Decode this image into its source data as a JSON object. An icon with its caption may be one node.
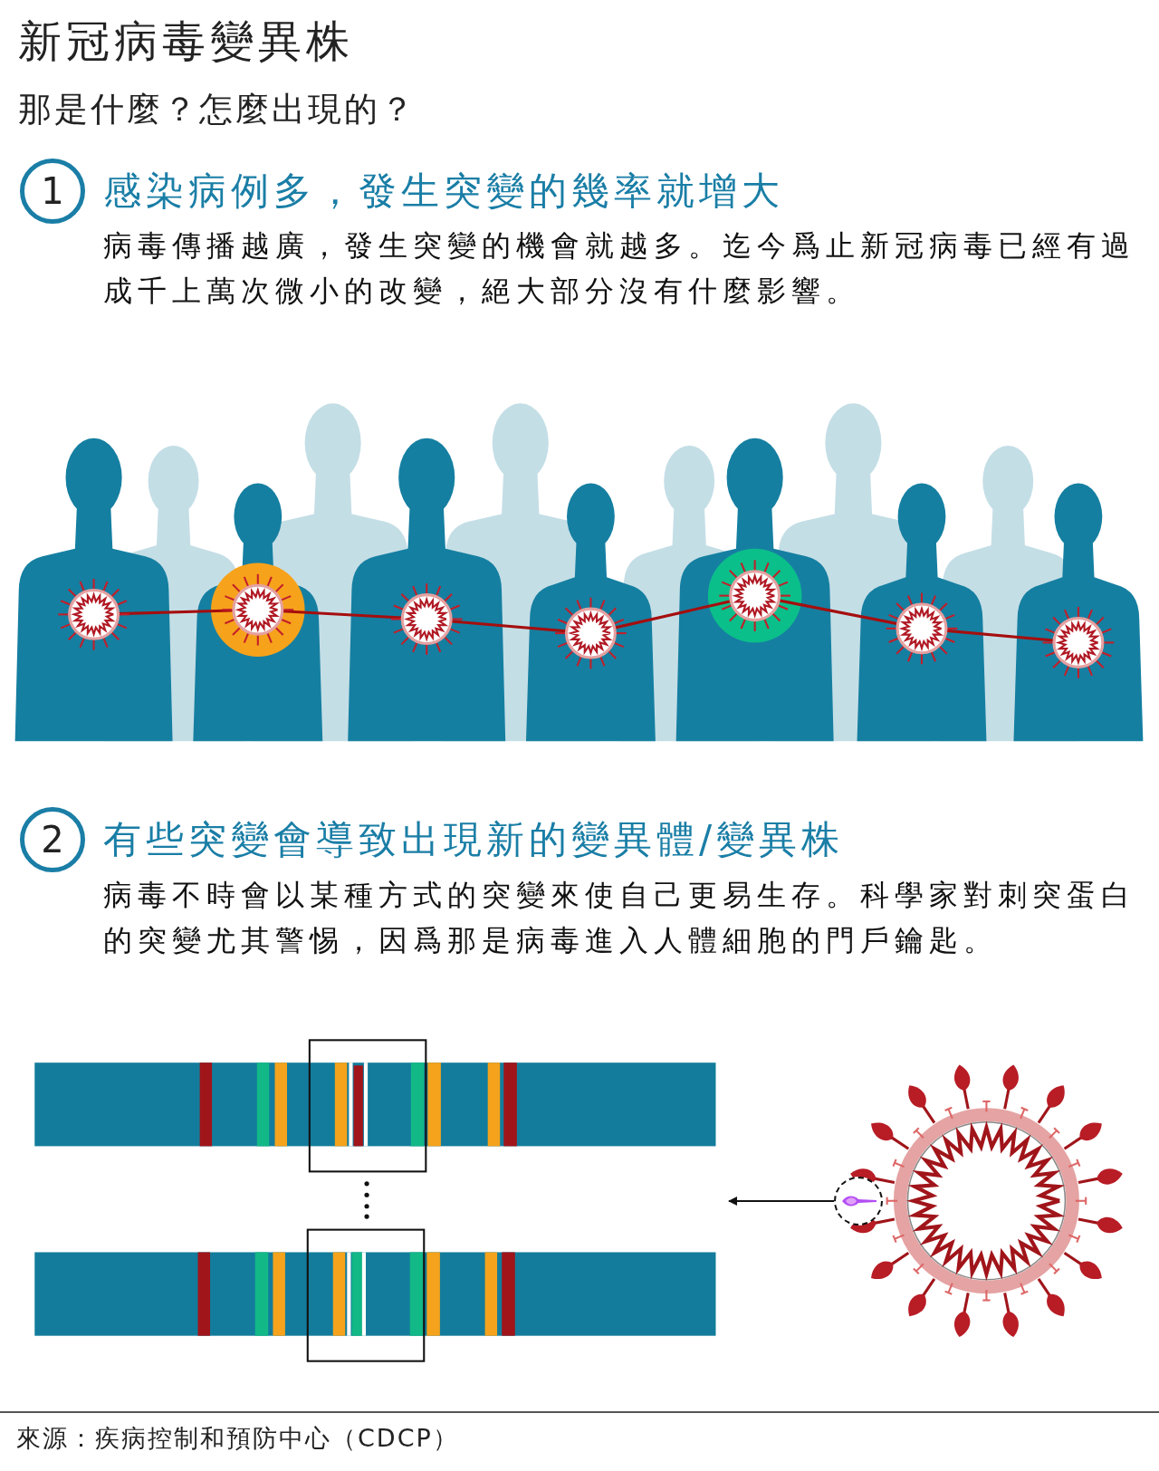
{
  "diagram": {
    "title": "新冠病毒變異株",
    "nodes": [
      {
        "text": [
          "1"
        ]
      },
      {
        "text": [
          "2"
        ]
      },
      {
        "text": [],
        "shape": "picture"
      },
      {
        "text": [],
        "shape": "circle"
      }
    ],
    "edges": [
      {
        "from": 3,
        "to": 2,
        "arrow": "to"
      }
    ],
    "labels": [
      "那是什麼？怎麼出現的？",
      "感染病例多，發生突變的幾率就增大",
      "病毒傳播越廣，發生突變的機會就越多。迄今爲止新冠病毒已經有過成千上萬次微小的改變，絕大部分沒有什麼影響。",
      "有些突變會導致出現新的變異體/變異株",
      "病毒不時會以某種方式的突變來使自己更易生存。科學家對刺突蛋白的突變尤其警惕，因爲那是病毒進入人體細胞的門戶鑰匙。",
      "來源：疾病控制和預防中心（CDCP）"
    ]
  }
}
